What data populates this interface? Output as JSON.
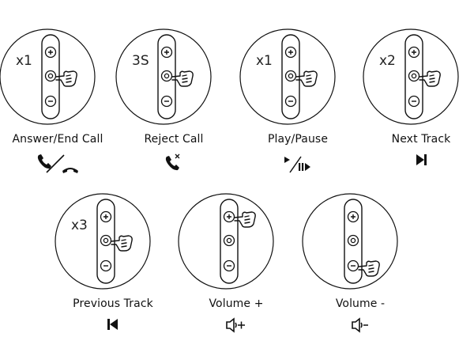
{
  "controls": [
    {
      "label": "Answer/End Call",
      "press": "x1",
      "target": "center",
      "icon_name": "answer-end-call-icon"
    },
    {
      "label": "Reject Call",
      "press": "3S",
      "target": "center",
      "icon_name": "reject-call-icon"
    },
    {
      "label": "Play/Pause",
      "press": "x1",
      "target": "center",
      "icon_name": "play-pause-icon"
    },
    {
      "label": "Next Track",
      "press": "x2",
      "target": "center",
      "icon_name": "next-track-icon"
    },
    {
      "label": "Previous Track",
      "press": "x3",
      "target": "center",
      "icon_name": "previous-track-icon"
    },
    {
      "label": "Volume +",
      "press": "",
      "target": "plus",
      "icon_name": "volume-up-icon"
    },
    {
      "label": "Volume -",
      "press": "",
      "target": "minus",
      "icon_name": "volume-down-icon"
    }
  ],
  "colors": {
    "stroke": "#111111",
    "text": "#111111"
  }
}
